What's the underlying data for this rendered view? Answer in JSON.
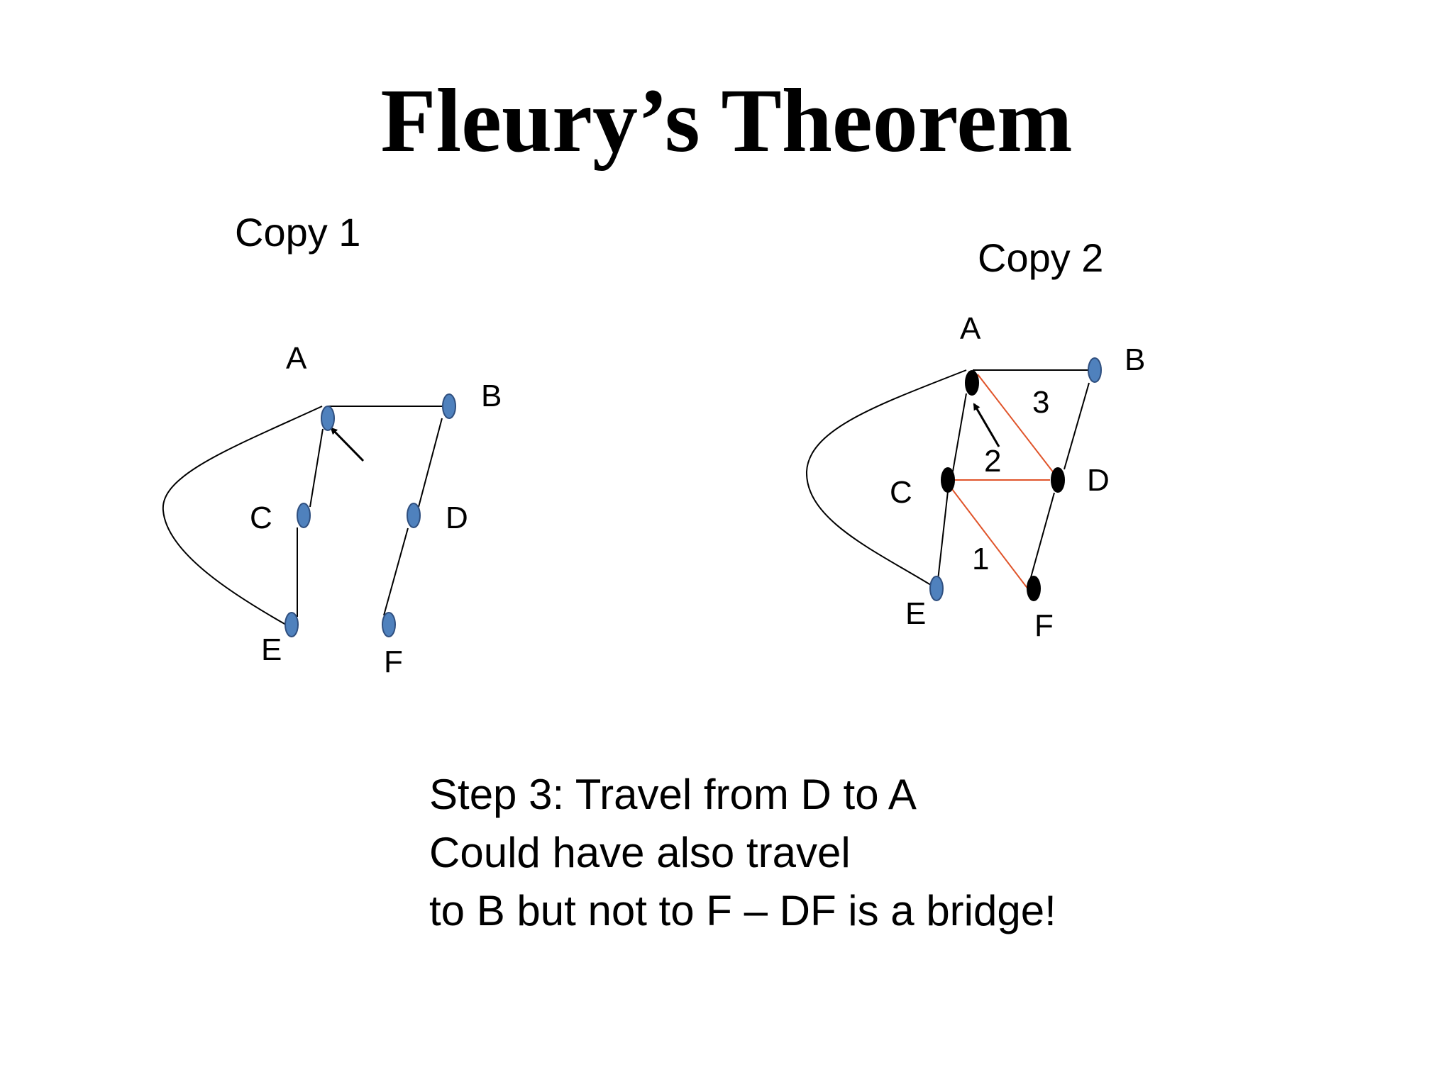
{
  "title": "Fleury’s Theorem",
  "copy1": {
    "label": "Copy 1",
    "vertices": [
      "A",
      "B",
      "C",
      "D",
      "E",
      "F"
    ]
  },
  "copy2": {
    "label": "Copy 2",
    "vertices": [
      "A",
      "B",
      "C",
      "D",
      "E",
      "F"
    ],
    "edge_numbers": [
      "1",
      "2",
      "3"
    ]
  },
  "caption": [
    "Step 3: Travel from D to A",
    "Could have also travel",
    "to B but not to F – DF is a bridge!"
  ],
  "colors": {
    "node_blue": "#4f81bd",
    "node_visited": "#000000",
    "traveled_edge": "#e0542a",
    "edge": "#000000"
  }
}
